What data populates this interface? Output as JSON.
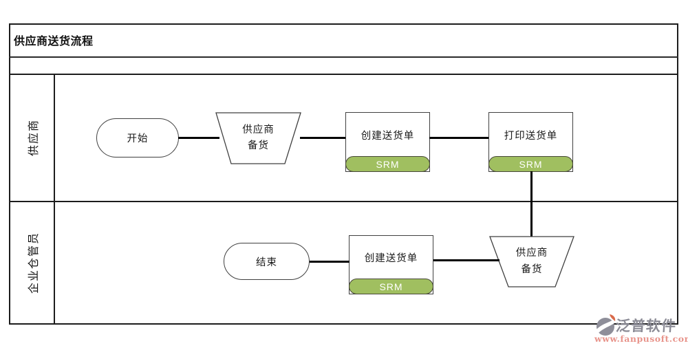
{
  "title": "供应商送货流程",
  "colors": {
    "badge_fill": "#a0bf60",
    "badge_border": "#474738",
    "badge_text": "#ffffff",
    "line": "#000000",
    "shape_border": "#3f3f3f",
    "logo_text": "#8b8b95",
    "logo_url_text": "#e8948b"
  },
  "lanes": [
    {
      "label": "供应商",
      "nodes": [
        {
          "type": "start",
          "label": "开始"
        },
        {
          "type": "trapezoid",
          "label_lines": [
            "供应商",
            "备货"
          ]
        },
        {
          "type": "process",
          "label": "创建送货单",
          "badge": "SRM"
        },
        {
          "type": "process",
          "label": "打印送货单",
          "badge": "SRM"
        }
      ]
    },
    {
      "label": "企业仓管员",
      "nodes": [
        {
          "type": "end",
          "label": "结束"
        },
        {
          "type": "process",
          "label": "创建送货单",
          "badge": "SRM"
        },
        {
          "type": "trapezoid",
          "label_lines": [
            "供应商",
            "备货"
          ]
        }
      ]
    }
  ],
  "logo": {
    "brand": "泛普软件",
    "url": "www.fanpusoft.com"
  }
}
